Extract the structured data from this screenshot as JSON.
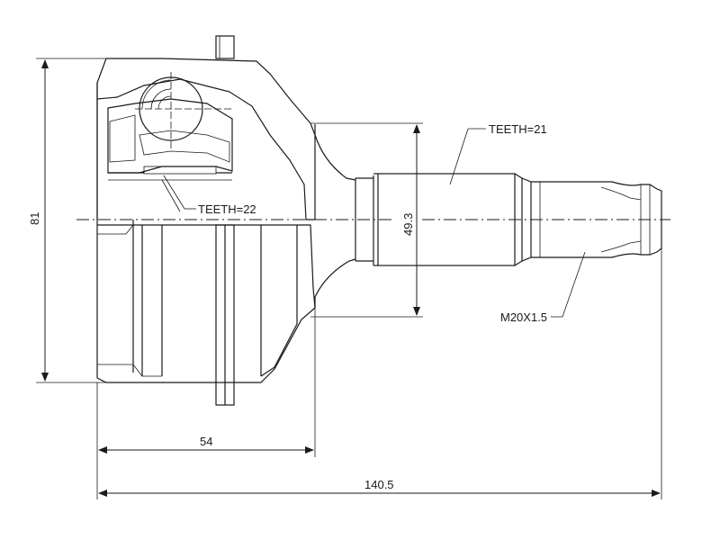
{
  "drawing": {
    "dimensions": {
      "overall_diameter": "81",
      "bell_length": "54",
      "total_length": "140.5",
      "spline_diameter": "49.3"
    },
    "callouts": {
      "outer_teeth": "TEETH=21",
      "inner_teeth": "TEETH=22",
      "thread": "M20X1.5"
    }
  }
}
